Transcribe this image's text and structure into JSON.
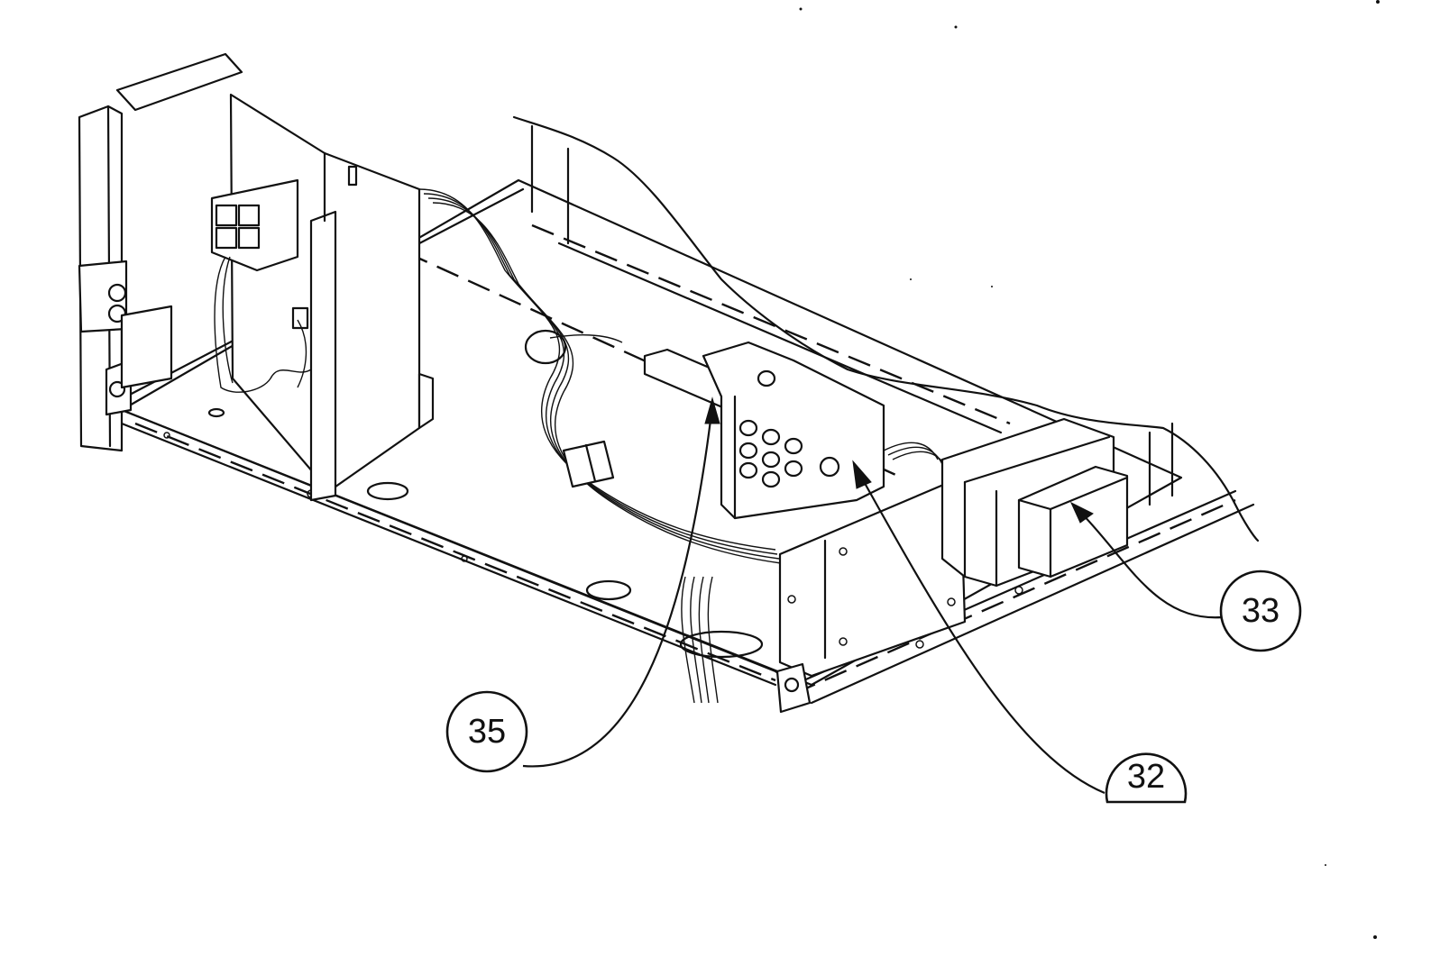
{
  "diagram": {
    "callouts": [
      {
        "id": "callout-33",
        "label": "33"
      },
      {
        "id": "callout-35",
        "label": "35"
      },
      {
        "id": "callout-32",
        "label": "32"
      }
    ]
  }
}
